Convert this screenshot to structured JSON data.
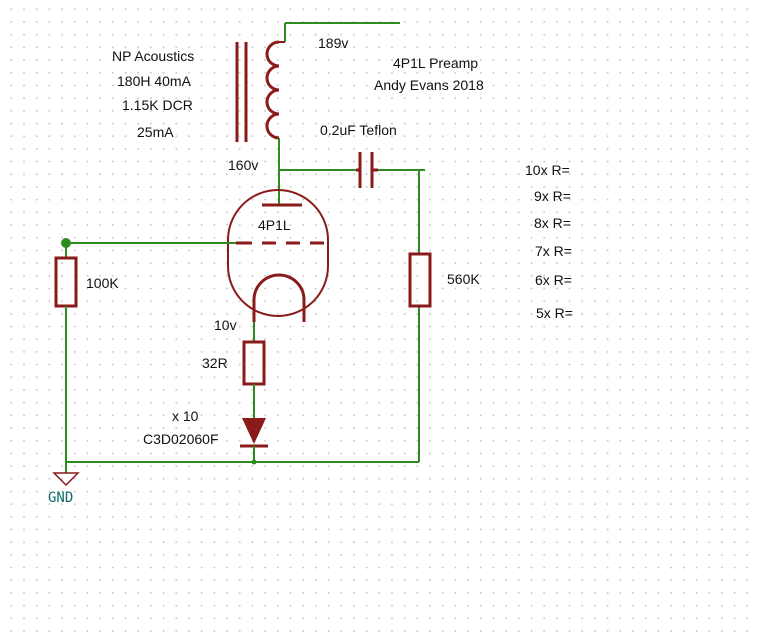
{
  "labels": {
    "choke_name": "NP Acoustics",
    "choke_spec1": "180H 40mA",
    "choke_spec2": "1.15K DCR",
    "choke_current": "25mA",
    "supply_voltage": "189v",
    "title": "4P1L Preamp",
    "author": "Andy Evans 2018",
    "coupling_cap": "0.2uF Teflon",
    "plate_voltage": "160v",
    "tube": "4P1L",
    "grid_resistor": "100K",
    "output_resistor": "560K",
    "filament_voltage": "10v",
    "filament_resistor": "32R",
    "diode_count": "x 10",
    "diode_part": "C3D02060F",
    "ground": "GND"
  },
  "ratio_list": [
    "10x R=",
    "9x R=",
    "8x R=",
    "7x R=",
    "6x R=",
    "5x R="
  ],
  "colors": {
    "wire": "#2e8b1f",
    "component": "#8b1a1a",
    "ground_label": "#0f6b6b",
    "text": "#111111"
  }
}
